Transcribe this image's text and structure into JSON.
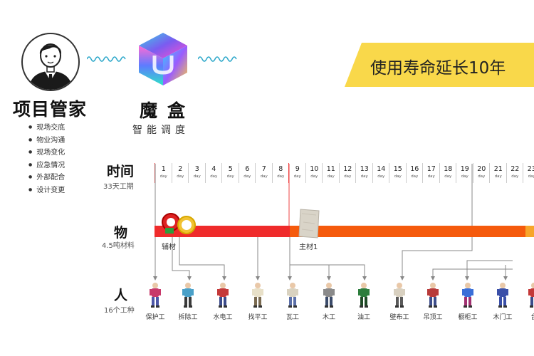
{
  "manager": {
    "title": "项目管家",
    "items": [
      "现场交底",
      "物业沟通",
      "现场变化",
      "应急情况",
      "外部配合",
      "设计变更"
    ]
  },
  "magic_box": {
    "title": "魔盒",
    "subtitle": "智能调度"
  },
  "banner": {
    "text": "使用寿命延长10年",
    "color": "#f9d84a"
  },
  "rows": {
    "time": {
      "label": "时间",
      "sub": "33天工期"
    },
    "material": {
      "label": "物",
      "sub": "4.5吨材料"
    },
    "people": {
      "label": "人",
      "sub": "16个工种"
    }
  },
  "timeline": {
    "days": [
      "1",
      "2",
      "3",
      "4",
      "5",
      "6",
      "7",
      "8",
      "9",
      "10",
      "11",
      "12",
      "13",
      "14",
      "15",
      "16",
      "17",
      "18",
      "19",
      "20",
      "21",
      "22",
      "23"
    ],
    "unit": "day"
  },
  "materials": [
    {
      "name": "辅材",
      "color": "#ef2b2b"
    },
    {
      "name": "主材1",
      "color": "#f55a0c"
    }
  ],
  "workers": [
    "保护工",
    "拆除工",
    "水电工",
    "找平工",
    "瓦工",
    "木工",
    "油工",
    "壁布工",
    "吊顶工",
    "橱柜工",
    "木门工",
    "台"
  ]
}
